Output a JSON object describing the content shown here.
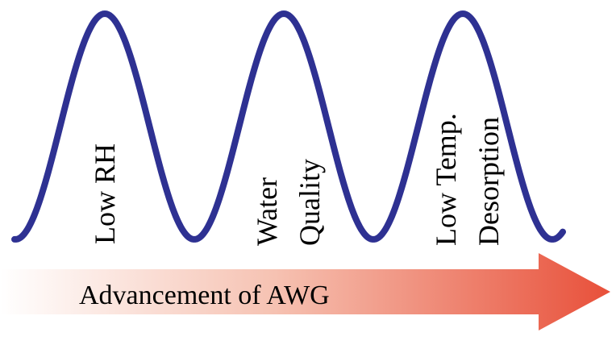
{
  "colors": {
    "wave": "#2e3192",
    "arrow_start": "#ffffff",
    "arrow_end": "#e8503a",
    "text": "#000000"
  },
  "peaks": [
    {
      "lines": [
        "Low RH"
      ]
    },
    {
      "lines": [
        "Water",
        "Quality"
      ]
    },
    {
      "lines": [
        "Low Temp.",
        "Desorption"
      ]
    }
  ],
  "arrow": {
    "label": "Advancement of AWG"
  }
}
